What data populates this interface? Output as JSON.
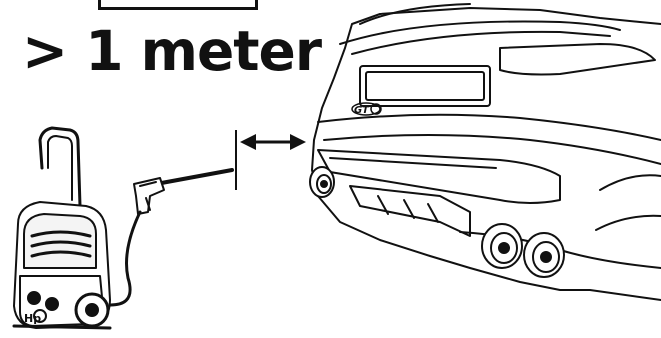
{
  "headline": "> 1 meter",
  "washer": {
    "brand_mark": "Hp"
  },
  "car": {
    "badge": "GT"
  },
  "colors": {
    "ink": "#111111",
    "background": "#ffffff",
    "light_fill": "#f4f4f4"
  },
  "icons": [
    "pressure-washer-icon",
    "spray-gun-icon",
    "distance-arrow-icon",
    "car-rear-icon"
  ]
}
